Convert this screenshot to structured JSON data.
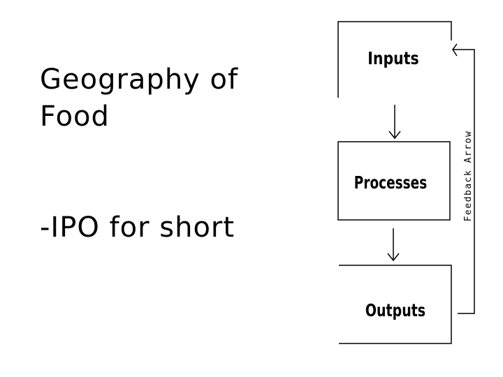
{
  "slide": {
    "title": "Geography of Food",
    "subtitle": "-IPO for short"
  },
  "diagram": {
    "inputs_label": "Inputs",
    "processes_label": "Processes",
    "outputs_label": "Outputs",
    "feedback_label": "Feedback Arrow"
  }
}
